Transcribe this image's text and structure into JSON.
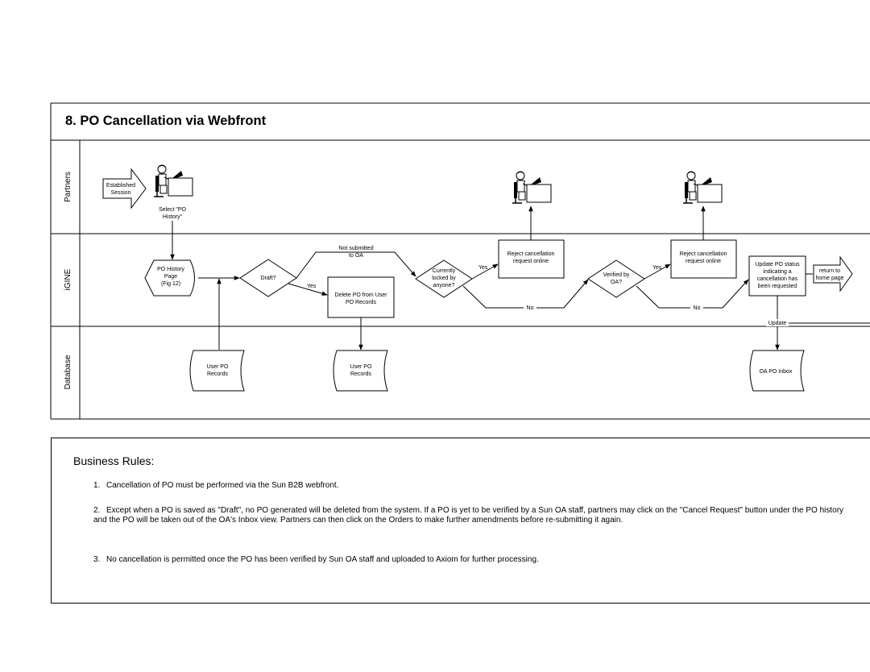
{
  "diagram": {
    "title": "8.  PO Cancellation via Webfront",
    "lanes": [
      "Partners",
      "iGINE",
      "Database"
    ],
    "nodes": {
      "established_session": [
        "Established",
        "Session"
      ],
      "select_po_history": [
        "Select \"PO",
        "History\""
      ],
      "po_history_page": [
        "PO History",
        "Page",
        "(Fig 12)"
      ],
      "draft": "Draft?",
      "delete_po": [
        "Delete PO from User",
        "PO Records"
      ],
      "user_po_records_1": [
        "User PO",
        "Records"
      ],
      "user_po_records_2": [
        "User PO",
        "Records"
      ],
      "currently_locked": [
        "Currently",
        "locked by",
        "anyone?"
      ],
      "reject_1": [
        "Reject cancellation",
        "request online"
      ],
      "verified_by_oa": [
        "Verified by",
        "OA?"
      ],
      "reject_2": [
        "Reject cancellation",
        "request online"
      ],
      "update_po_status": [
        "Update PO status",
        "indicating a",
        "cancellation has",
        "been requested"
      ],
      "return_home": [
        "return to",
        "home page"
      ],
      "oa_po_inbox": "OA PO Inbox"
    },
    "edge_labels": {
      "not_submitted": [
        "Not submitted",
        "to OA"
      ],
      "yes_draft": "Yes",
      "yes_locked": "Yes",
      "yes_verified": "Yes",
      "no_locked": "No",
      "no_verified": "No",
      "update": "Update"
    }
  },
  "business_rules": {
    "heading": "Business Rules:",
    "items": [
      {
        "num": "1.",
        "text": "Cancellation of PO must be performed via the Sun B2B webfront."
      },
      {
        "num": "2.",
        "text": "Except when a PO is saved as \"Draft\", no PO generated will be deleted from the system.  If a PO is yet to be verified by a Sun OA staff, partners may click    on the \"Cancel Request\" button under the PO history and the PO will be taken out of the OA's Inbox view.  Partners can then click on the Orders to make further amendments before re-submitting it again."
      },
      {
        "num": "3.",
        "text": "No cancellation is permitted once the PO has been verified by Sun OA staff and uploaded to Axiom for further processing."
      }
    ]
  }
}
